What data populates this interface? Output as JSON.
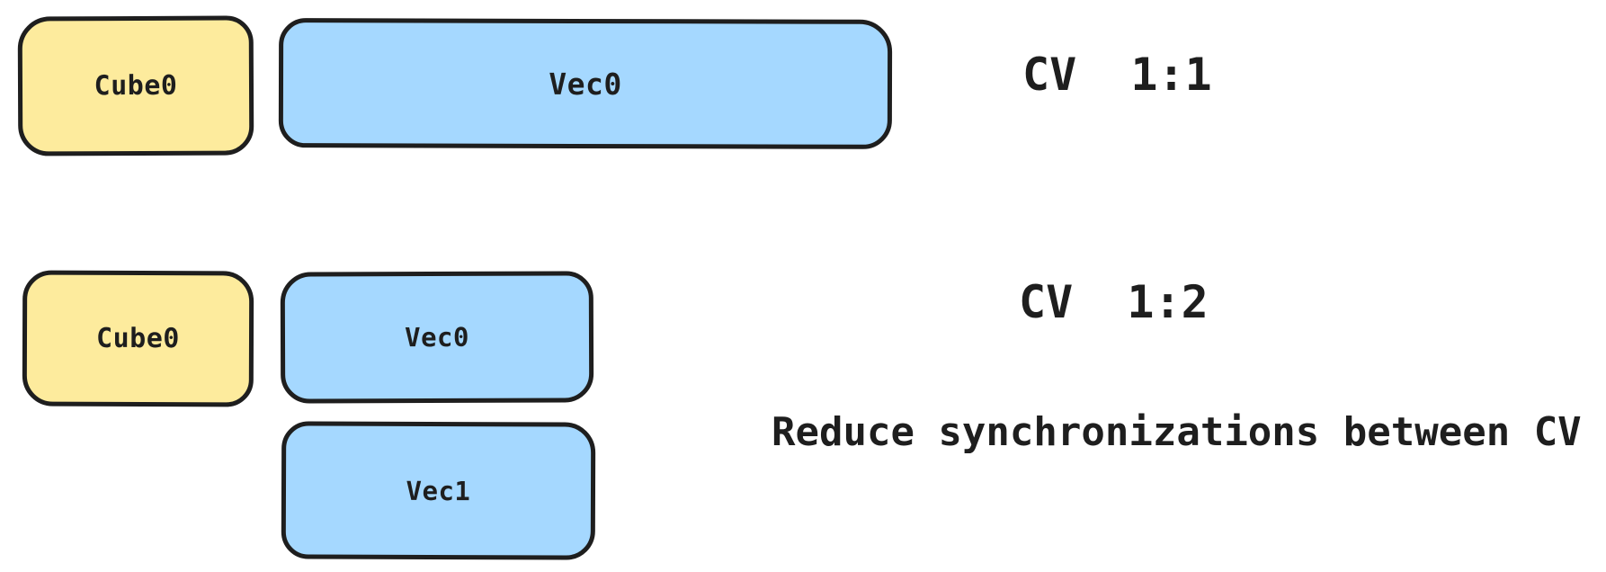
{
  "colors": {
    "background": "#ffffff",
    "stroke": "#1e1e1e",
    "text": "#1e1e1e",
    "cube_fill": "#fdeb9d",
    "vec_fill": "#a5d8ff"
  },
  "diagram": {
    "row1": {
      "cube": {
        "label": "Cube0"
      },
      "vec": {
        "label": "Vec0"
      },
      "caption": "CV  1:1"
    },
    "row2": {
      "cube": {
        "label": "Cube0"
      },
      "vec0": {
        "label": "Vec0"
      },
      "vec1": {
        "label": "Vec1"
      },
      "caption": "CV  1:2",
      "note": "Reduce synchronizations between CV"
    }
  }
}
